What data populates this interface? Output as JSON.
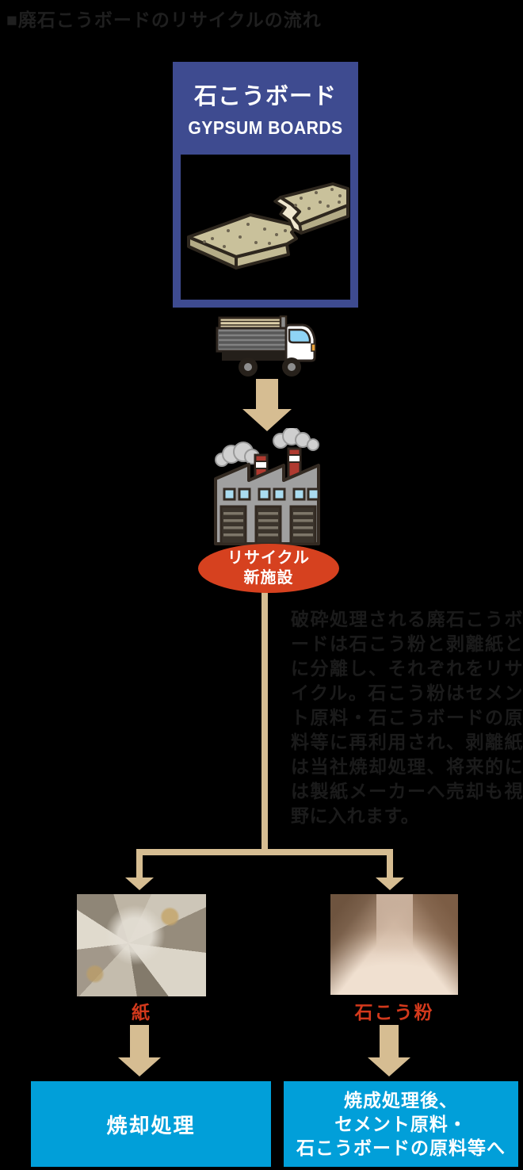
{
  "title": "■廃石こうボードのリサイクルの流れ",
  "gypsum_card": {
    "title_jp": "石こうボード",
    "title_en": "GYPSUM BOARDS"
  },
  "facility_badge": {
    "line1": "リサイクル",
    "line2": "新施設"
  },
  "description": "破砕処理される廃石こうボードは石こう粉と剥離紙とに分離し、それぞれをリサイクル。石こう粉はセメント原料・石こうボードの原料等に再利用され、剥離紙は当社焼却処理、将来的には製紙メーカーへ売却も視野に入れます。",
  "branches": {
    "left": {
      "label": "紙",
      "result": "焼却処理"
    },
    "right": {
      "label": "石こう粉",
      "result_lines": [
        "焼成処理後、",
        "セメント原料・",
        "石こうボードの原料等へ"
      ]
    }
  },
  "icons": {
    "board": "broken-gypsum-board-icon",
    "truck": "dump-truck-icon",
    "factory": "factory-icon",
    "arrow": "down-arrow-icon"
  },
  "colors": {
    "background": "#000000",
    "card_blue": "#3e4b90",
    "process_blue": "#019fd9",
    "badge_red": "#d6411f",
    "label_red": "#d3391c",
    "arrow_tan": "#d6bd92",
    "title_text": "#1f1f1f",
    "body_text": "#1b1b1b",
    "white": "#ffffff"
  }
}
